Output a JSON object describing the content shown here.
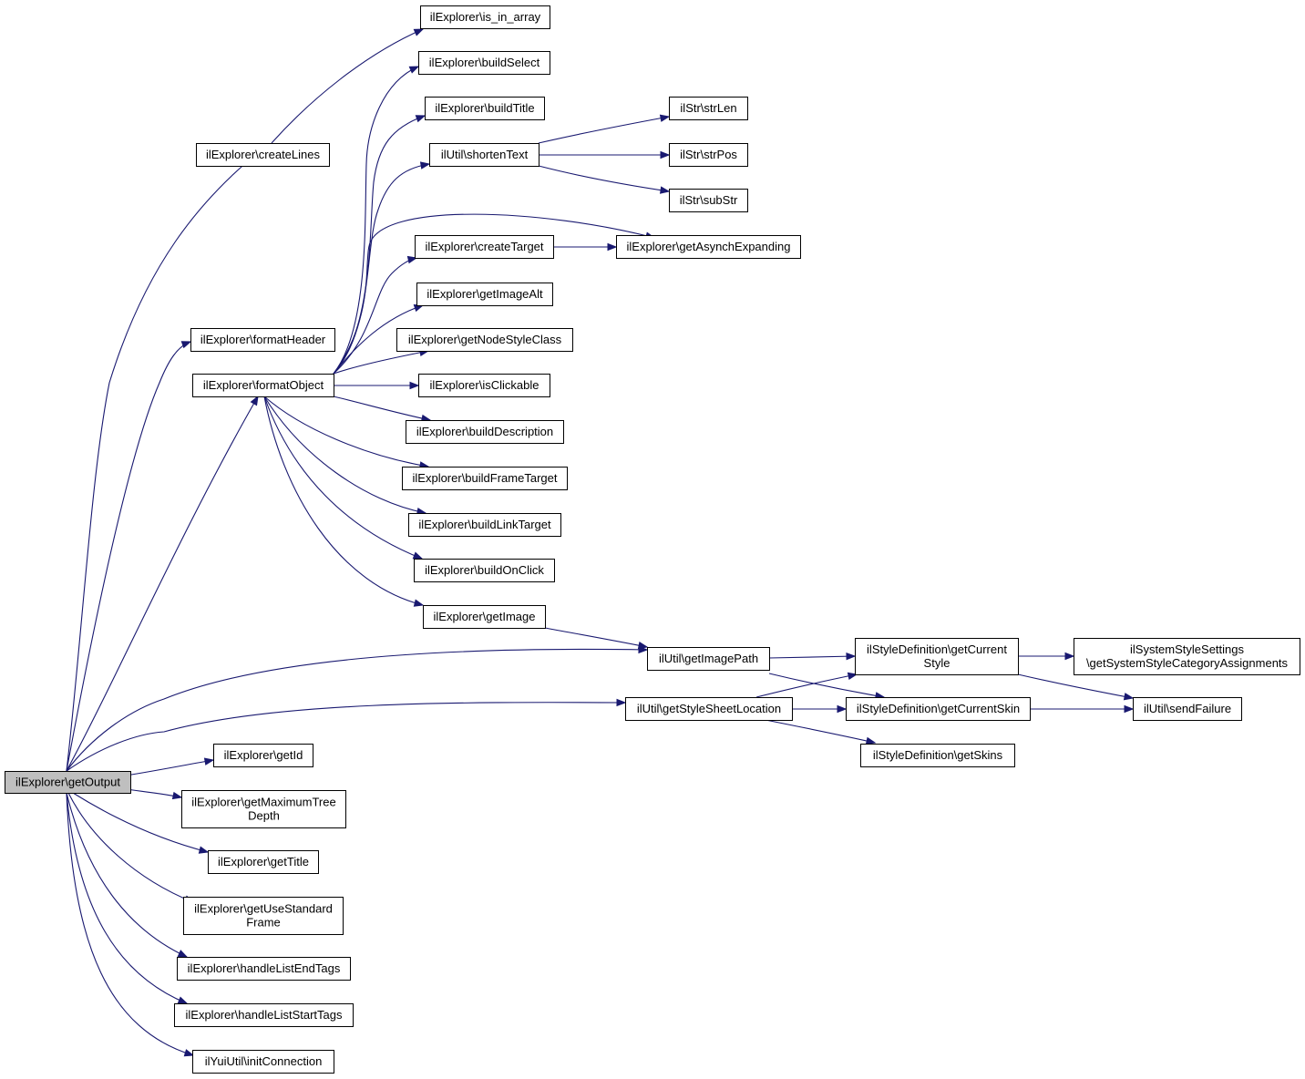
{
  "graph": {
    "nodes": {
      "getOutput": [
        "ilExplorer\\getOutput"
      ],
      "createLines": [
        "ilExplorer\\createLines"
      ],
      "formatHeader": [
        "ilExplorer\\formatHeader"
      ],
      "formatObject": [
        "ilExplorer\\formatObject"
      ],
      "getId": [
        "ilExplorer\\getId"
      ],
      "getMaximumTreeDepth": [
        "ilExplorer\\getMaximumTree",
        "Depth"
      ],
      "getTitle": [
        "ilExplorer\\getTitle"
      ],
      "getUseStandardFrame": [
        "ilExplorer\\getUseStandard",
        "Frame"
      ],
      "handleListEndTags": [
        "ilExplorer\\handleListEndTags"
      ],
      "handleListStartTags": [
        "ilExplorer\\handleListStartTags"
      ],
      "initConnection": [
        "ilYuiUtil\\initConnection"
      ],
      "is_in_array": [
        "ilExplorer\\is_in_array"
      ],
      "buildSelect": [
        "ilExplorer\\buildSelect"
      ],
      "buildTitle": [
        "ilExplorer\\buildTitle"
      ],
      "shortenText": [
        "ilUtil\\shortenText"
      ],
      "createTarget": [
        "ilExplorer\\createTarget"
      ],
      "getImageAlt": [
        "ilExplorer\\getImageAlt"
      ],
      "getNodeStyleClass": [
        "ilExplorer\\getNodeStyleClass"
      ],
      "isClickable": [
        "ilExplorer\\isClickable"
      ],
      "buildDescription": [
        "ilExplorer\\buildDescription"
      ],
      "buildFrameTarget": [
        "ilExplorer\\buildFrameTarget"
      ],
      "buildLinkTarget": [
        "ilExplorer\\buildLinkTarget"
      ],
      "buildOnClick": [
        "ilExplorer\\buildOnClick"
      ],
      "getImage": [
        "ilExplorer\\getImage"
      ],
      "getImagePath": [
        "ilUtil\\getImagePath"
      ],
      "getStyleSheetLocation": [
        "ilUtil\\getStyleSheetLocation"
      ],
      "strLen": [
        "ilStr\\strLen"
      ],
      "strPos": [
        "ilStr\\strPos"
      ],
      "subStr": [
        "ilStr\\subStr"
      ],
      "getAsynchExpanding": [
        "ilExplorer\\getAsynchExpanding"
      ],
      "getCurrentStyle": [
        "ilStyleDefinition\\getCurrent",
        "Style"
      ],
      "getCurrentSkin": [
        "ilStyleDefinition\\getCurrentSkin"
      ],
      "getSkins": [
        "ilStyleDefinition\\getSkins"
      ],
      "getSystemStyleCategoryAssignments": [
        "ilSystemStyleSettings",
        "\\getSystemStyleCategoryAssignments"
      ],
      "sendFailure": [
        "ilUtil\\sendFailure"
      ]
    },
    "edges": [
      [
        "getOutput",
        "createLines"
      ],
      [
        "getOutput",
        "formatHeader"
      ],
      [
        "getOutput",
        "formatObject"
      ],
      [
        "getOutput",
        "getImagePath"
      ],
      [
        "getOutput",
        "getStyleSheetLocation"
      ],
      [
        "getOutput",
        "getId"
      ],
      [
        "getOutput",
        "getMaximumTreeDepth"
      ],
      [
        "getOutput",
        "getTitle"
      ],
      [
        "getOutput",
        "getUseStandardFrame"
      ],
      [
        "getOutput",
        "handleListEndTags"
      ],
      [
        "getOutput",
        "handleListStartTags"
      ],
      [
        "getOutput",
        "initConnection"
      ],
      [
        "createLines",
        "is_in_array"
      ],
      [
        "formatObject",
        "buildSelect"
      ],
      [
        "formatObject",
        "buildTitle"
      ],
      [
        "formatObject",
        "shortenText"
      ],
      [
        "formatObject",
        "getAsynchExpanding"
      ],
      [
        "formatObject",
        "createTarget"
      ],
      [
        "formatObject",
        "getImageAlt"
      ],
      [
        "formatObject",
        "getNodeStyleClass"
      ],
      [
        "formatObject",
        "isClickable"
      ],
      [
        "formatObject",
        "buildDescription"
      ],
      [
        "formatObject",
        "buildFrameTarget"
      ],
      [
        "formatObject",
        "buildLinkTarget"
      ],
      [
        "formatObject",
        "buildOnClick"
      ],
      [
        "formatObject",
        "getImage"
      ],
      [
        "shortenText",
        "strLen"
      ],
      [
        "shortenText",
        "strPos"
      ],
      [
        "shortenText",
        "subStr"
      ],
      [
        "createTarget",
        "getAsynchExpanding"
      ],
      [
        "getImage",
        "getImagePath"
      ],
      [
        "getImagePath",
        "getCurrentStyle"
      ],
      [
        "getImagePath",
        "getCurrentSkin"
      ],
      [
        "getStyleSheetLocation",
        "getCurrentStyle"
      ],
      [
        "getStyleSheetLocation",
        "getCurrentSkin"
      ],
      [
        "getStyleSheetLocation",
        "getSkins"
      ],
      [
        "getCurrentStyle",
        "getSystemStyleCategoryAssignments"
      ],
      [
        "getCurrentStyle",
        "sendFailure"
      ],
      [
        "getCurrentSkin",
        "sendFailure"
      ]
    ]
  }
}
